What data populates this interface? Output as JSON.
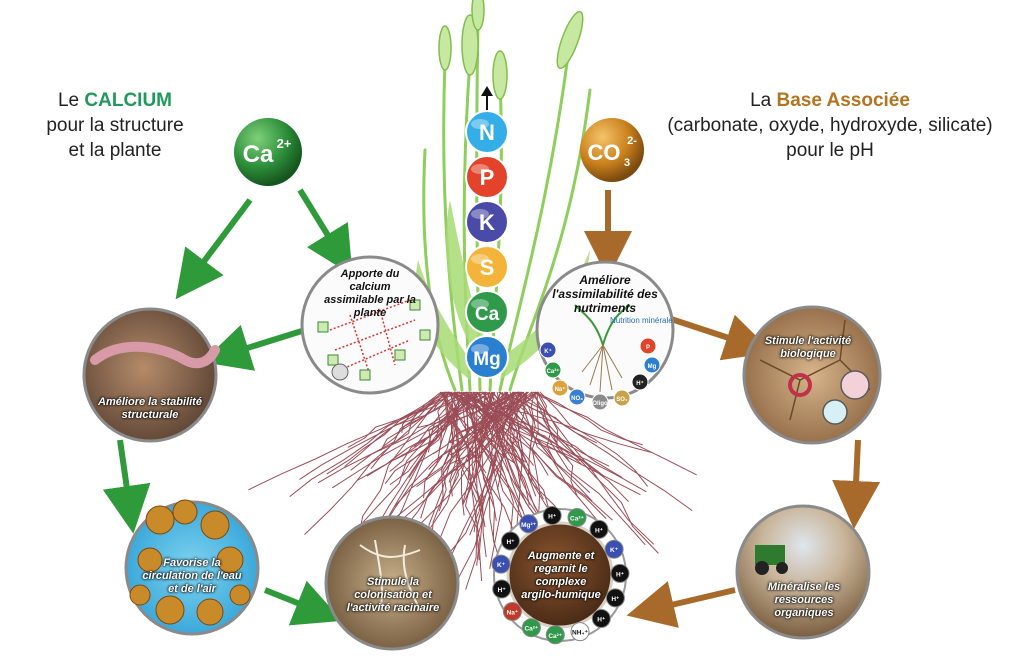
{
  "header_left": {
    "prefix": "Le",
    "keyword": "CALCIUM",
    "line2": "pour la structure",
    "line3": "et la plante"
  },
  "header_right": {
    "prefix": "La",
    "keyword": "Base Associée",
    "line2": "(carbonate, oxyde, hydroxyde, silicate)",
    "line3": "pour le pH"
  },
  "ion_ca": {
    "symbol": "Ca",
    "charge": "2+"
  },
  "ion_co3": {
    "symbol": "CO",
    "subscript": "3",
    "charge": "2-"
  },
  "nutrients": [
    "N",
    "P",
    "K",
    "S",
    "Ca",
    "Mg"
  ],
  "nutrient_colors": [
    "#35aee8",
    "#e2432a",
    "#4a4aa8",
    "#f4b43a",
    "#2f9a4a",
    "#2a7fd0"
  ],
  "circles": {
    "apporte": "Apporte du calcium assimilable par la plante",
    "ameliore_assim": "Améliore l'assimilabilité des nutriments",
    "nutrition_label": "Nutrition minérale",
    "stabilite": "Améliore la stabilité structurale",
    "circulation": "Favorise la circulation de l'eau et de l'air",
    "colonisation": "Stimule la colonisation et l'activité racinaire",
    "complexe": "Augmente et regarnit le complexe argilo-humique",
    "activite": "Stimule l'activité biologique",
    "mineralise": "Minéralise les ressources organiques"
  },
  "nutrition_ions": [
    "K⁺",
    "Ca²⁺",
    "Na⁺",
    "NO₃",
    "Oligo",
    "SO₄",
    "H⁺",
    "Mg",
    "P"
  ],
  "complex_ions": [
    "Mg²⁺",
    "H⁺",
    "Ca²⁺",
    "H⁺",
    "K⁺",
    "H⁺",
    "H⁺",
    "H⁺",
    "NH₄⁺",
    "Ca²⁺",
    "Ca²⁺",
    "Na⁺",
    "H⁺",
    "K⁺",
    "H⁺"
  ],
  "colors": {
    "green_arrow": "#2e9a3a",
    "brown_arrow": "#a86a2a",
    "calcium": "#1f9a5a",
    "base": "#b5731f",
    "roots": "#8a2e3a"
  }
}
